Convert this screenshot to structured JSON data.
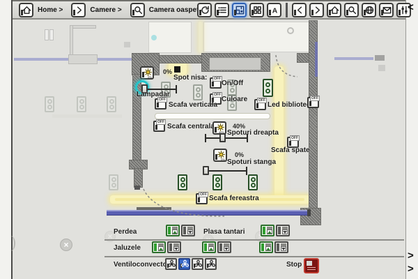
{
  "breadcrumb": {
    "items": [
      {
        "icon": "home-icon",
        "label": "Home >"
      },
      {
        "icon": "chevron-right-icon",
        "label": "Camere >"
      },
      {
        "icon": "magnifier-icon",
        "label": "Camera oaspeti"
      }
    ]
  },
  "toolbar": {
    "buttons": [
      {
        "icon": "refresh-icon",
        "active": false
      },
      {
        "icon": "list-icon",
        "active": false
      },
      {
        "icon": "floorplan-icon",
        "active": true
      },
      {
        "icon": "grid-icon",
        "active": false
      },
      {
        "icon": "letter-a-icon",
        "active": false
      },
      {
        "icon": "separator",
        "active": false
      },
      {
        "icon": "chevron-left-icon",
        "active": false
      },
      {
        "icon": "chevron-right-icon",
        "active": false
      },
      {
        "icon": "home-icon",
        "active": false
      },
      {
        "icon": "magnifier-icon",
        "active": false
      },
      {
        "icon": "globe-icon",
        "active": false
      },
      {
        "icon": "mail-icon",
        "active": false
      },
      {
        "icon": "sliders-icon",
        "active": false
      }
    ]
  },
  "edge_chevrons": {
    "top_right": "<",
    "bottom_right_up": ">",
    "bottom_right_down": ">"
  },
  "room": {
    "devices": {
      "lampadar": {
        "label": "Lampadar",
        "value": "0%",
        "percent": 0
      },
      "spot_nisa": {
        "label": "Spot nisa:"
      },
      "on_off": {
        "label": "On/Off",
        "state": "OFF"
      },
      "culoare": {
        "label": "Culoare",
        "state": "OFF"
      },
      "scafa_verticala": {
        "label": "Scafa verticala",
        "state": "OFF"
      },
      "led_biblioteca": {
        "label": "Led biblioteca",
        "state": "OFF"
      },
      "wall_switch": {
        "state": "OFF"
      },
      "scafa_centrala": {
        "label": "Scafa centrala",
        "state": "OFF"
      },
      "spoturi_dreapta": {
        "label": "Spoturi dreapta",
        "value": "40%",
        "percent": 40
      },
      "spoturi_stanga": {
        "label": "Spoturi stanga",
        "value": "0%",
        "percent": 0
      },
      "scafa_spate": {
        "label": "Scafa spate",
        "state": "OFF"
      },
      "scafa_fereastra": {
        "label": "Scafa fereastra",
        "state": "OFF"
      }
    }
  },
  "bottom_panel": {
    "perdea_label": "Perdea",
    "plasa_tantari_label": "Plasa tantari",
    "jaluzele_label": "Jaluzele",
    "ventiloconvector_label": "Ventiloconvector :",
    "stop_label": "Stop",
    "fans": [
      {
        "icon": "fan-icon",
        "active": false
      },
      {
        "icon": "fan-icon",
        "active": true
      },
      {
        "icon": "fan-icon",
        "active": false
      },
      {
        "icon": "fan-icon",
        "active": false
      }
    ]
  },
  "colors": {
    "toolbar_active": "#2f62b5",
    "fan_active": "#3a6ac8",
    "stop_red": "#7c1512",
    "teal_highlight": "#25c5ca",
    "cove_glow": "#f8f2bc",
    "window_blue": "#5a5fb2",
    "fixture_green": "#2d5a2d"
  }
}
